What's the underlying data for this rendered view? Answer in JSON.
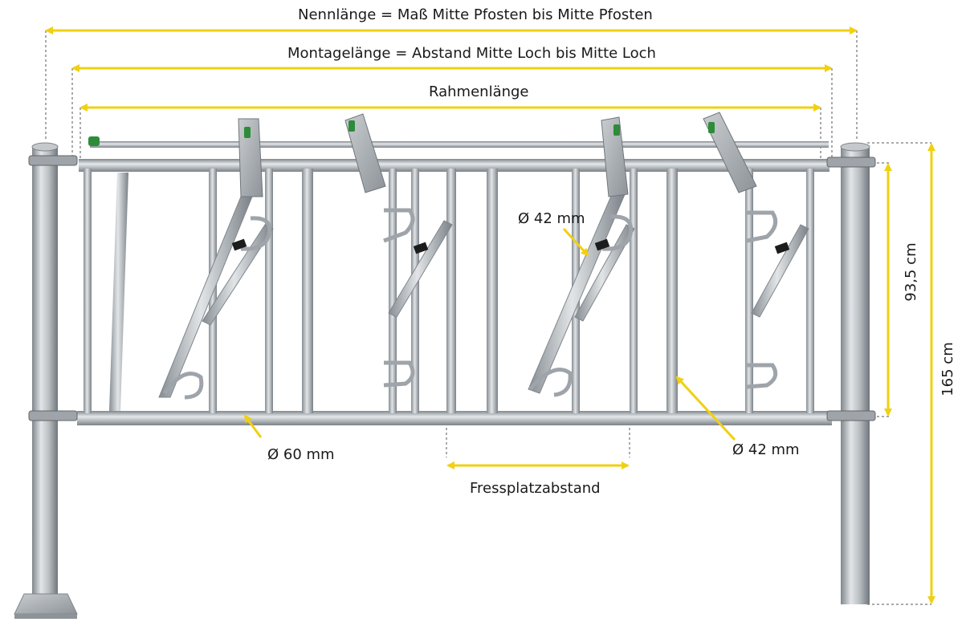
{
  "colors": {
    "dimension_line": "#f0d012",
    "steel_light": "#d9dde0",
    "steel_mid": "#b3b8bd",
    "steel_dark": "#7f868c",
    "latch_green": "#2e8b3a",
    "text": "#1a1a1a"
  },
  "labels": {
    "nominal_length": "Nennlänge = Maß Mitte Pfosten bis Mitte Pfosten",
    "mounting_length": "Montagelänge = Abstand Mitte Loch bis Mitte Loch",
    "frame_length": "Rahmenlänge",
    "bar_diameter_top": "Ø 42 mm",
    "bottom_rail_diameter": "Ø 60 mm",
    "feeding_spacing": "Fressplatzabstand",
    "bar_diameter_right": "Ø 42 mm",
    "frame_height": "93,5 cm",
    "total_height": "165 cm"
  }
}
